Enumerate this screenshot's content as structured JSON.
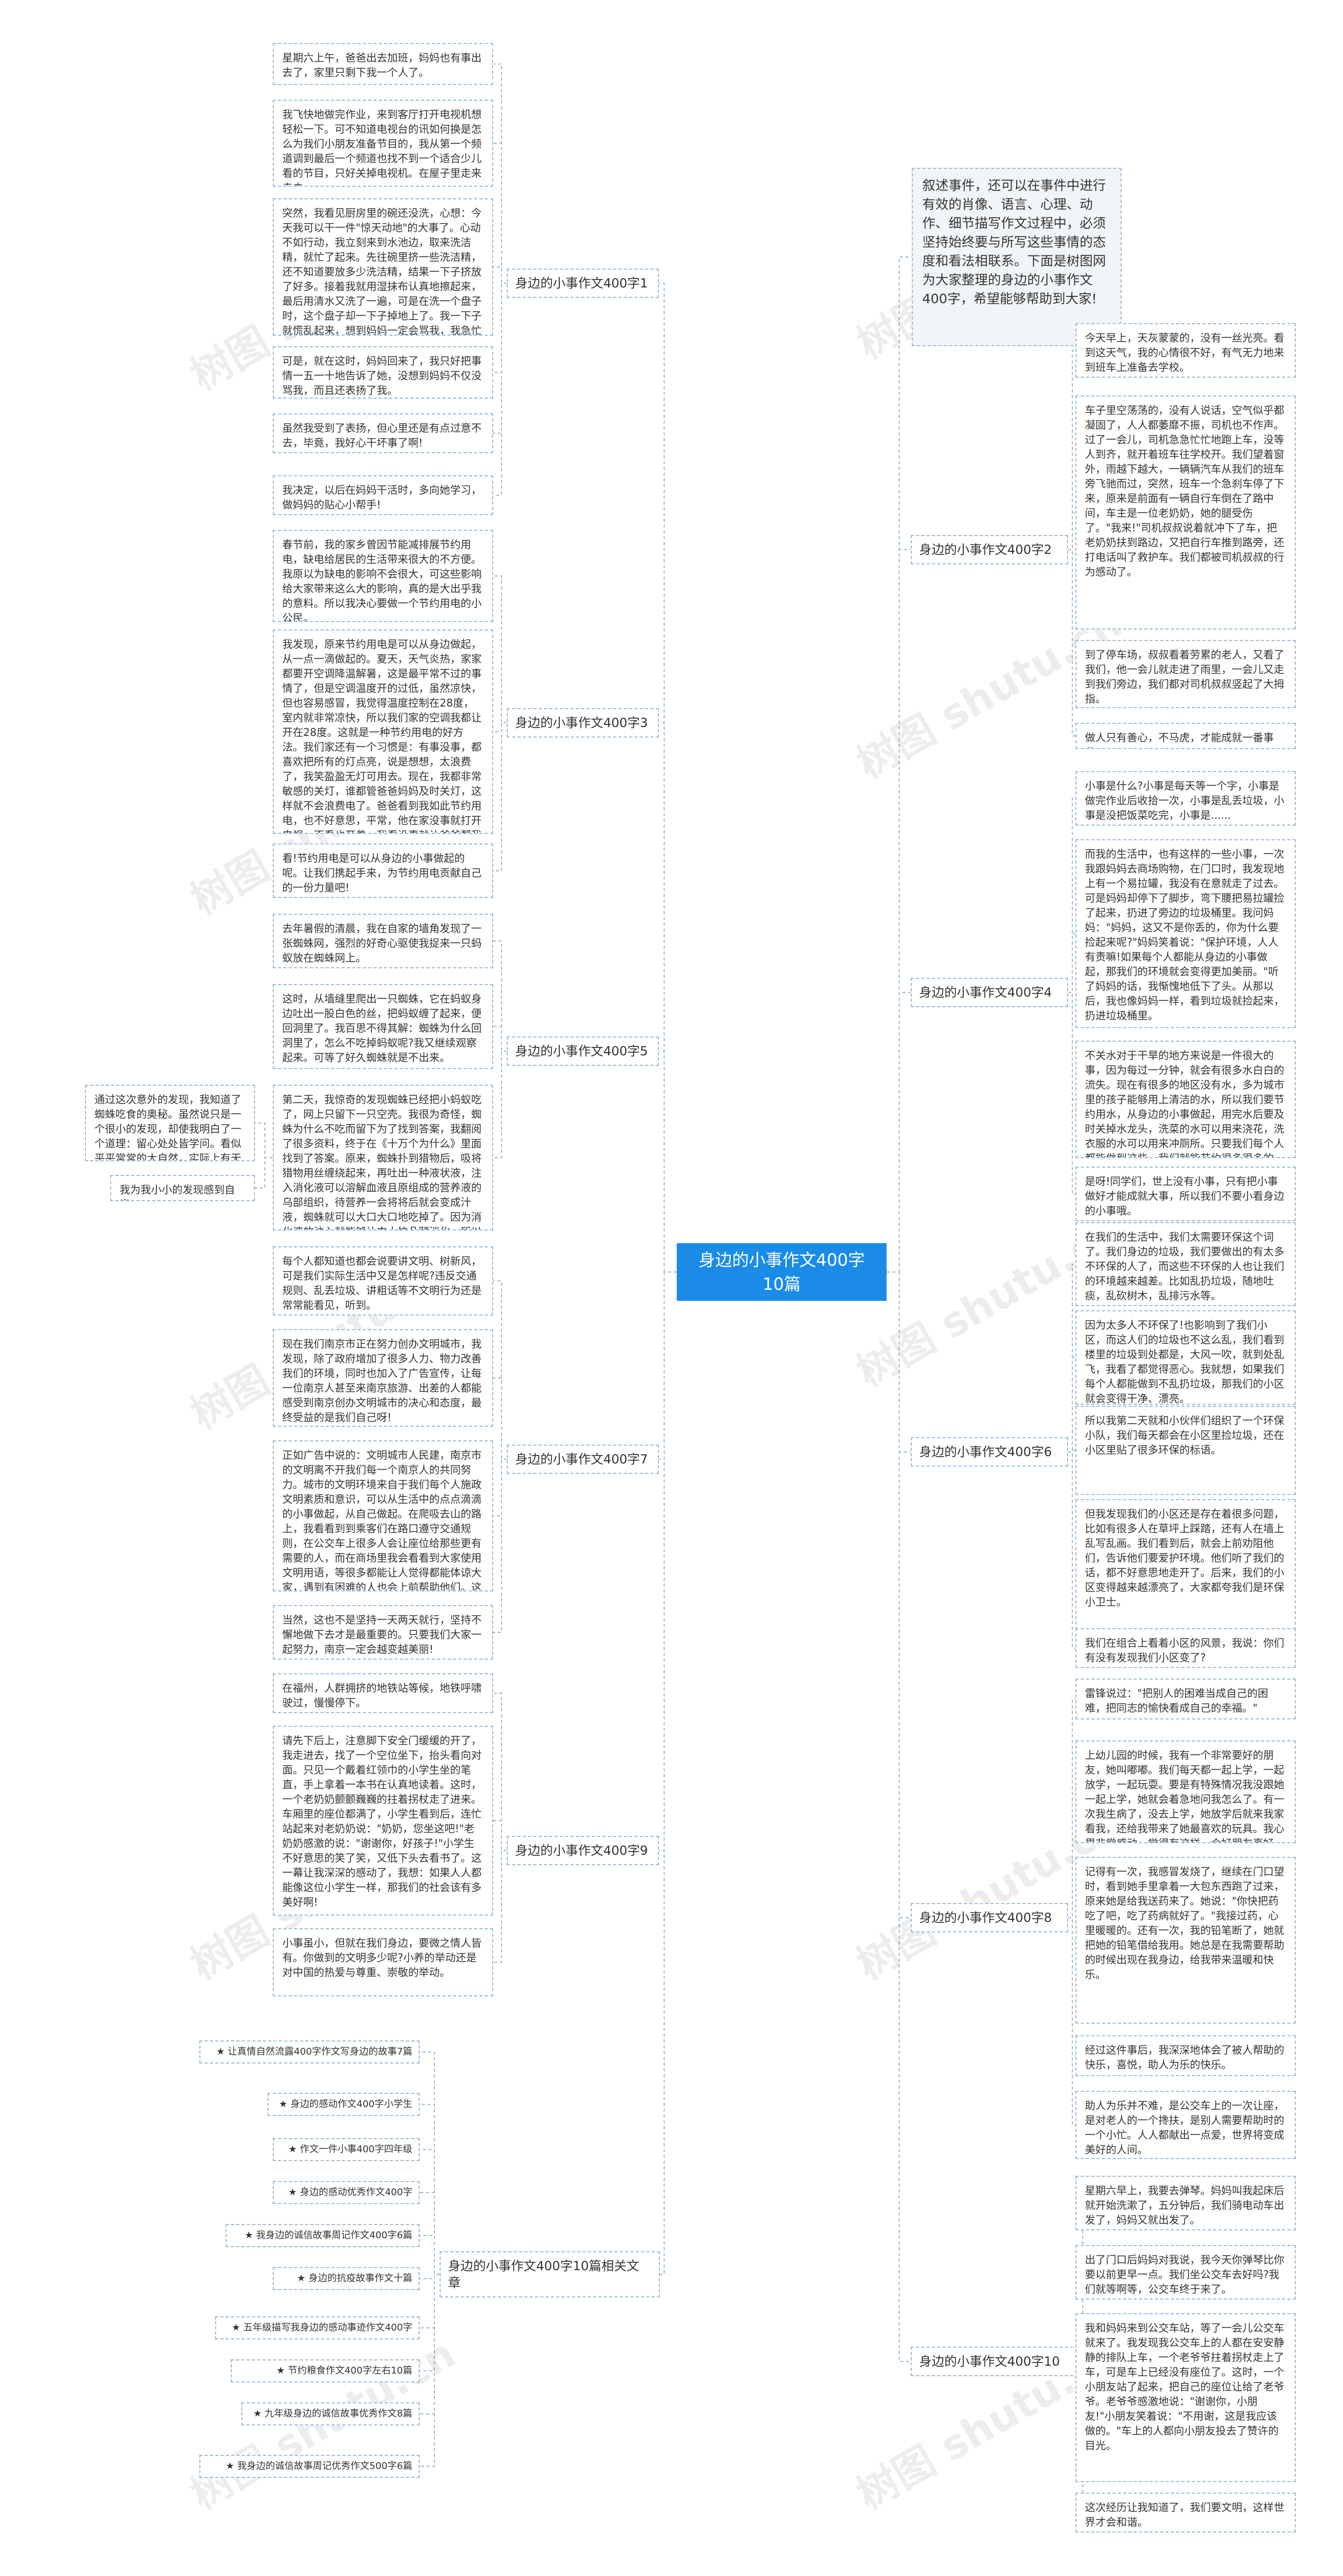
{
  "center_title": "身边的小事作文400字10篇",
  "intro": "叙述事件，还可以在事件中进行有效的肖像、语言、心理、动作、细节描写作文过程中，必须坚持始终要与所写这些事情的态度和看法相联系。下面是树图网为大家整理的身边的小事作文400字，希望能够帮助到大家!",
  "watermark": "树图 shutu.cn",
  "branches": {
    "b1": "身边的小事作文400字1",
    "b2": "身边的小事作文400字2",
    "b3": "身边的小事作文400字3",
    "b4": "身边的小事作文400字4",
    "b5": "身边的小事作文400字5",
    "b6": "身边的小事作文400字6",
    "b7": "身边的小事作文400字7",
    "b8": "身边的小事作文400字8",
    "b9": "身边的小事作文400字9",
    "b10": "身边的小事作文400字10",
    "b11": "身边的小事作文400字10篇相关文章"
  },
  "leaves": {
    "l1_1": "星期六上午，爸爸出去加班，妈妈也有事出去了，家里只剩下我一个人了。",
    "l1_2": "我飞快地做完作业，来到客厅打开电视机想轻松一下。可不知道电视台的讯如何换是怎么为我们小朋友准备节目的，我从第一个频道调到最后一个频道也找不到一个适合少儿看的节目，只好关掉电视机。在屋子里走来走去。",
    "l1_3": "突然，我看见厨房里的碗还没洗，心想：今天我可以干一件\"惊天动地\"的大事了。心动不如行动，我立刻来到水池边，取来洗洁精，就忙了起来。先往碗里挤一些洗洁精，还不知道要放多少洗洁精，结果一下子挤放了好多。接着我就用湿抹布认真地擦起来，最后用清水又洗了一遍，可是在洗一个盘子时，这个盘子却一下子掉地上了。我一下子就慌乱起来，想到妈妈一定会骂我，我急忙拿扫帚清理\"残渣\"。",
    "l1_4": "可是，就在这时，妈妈回来了，我只好把事情一五一十地告诉了她，没想到妈妈不仅没骂我，而且还表扬了我。",
    "l1_5": "虽然我受到了表扬，但心里还是有点过意不去，毕竟，我好心干坏事了啊!",
    "l1_6": "我决定，以后在妈妈干活时，多向她学习，做妈妈的贴心小帮手!",
    "l3_1": "春节前，我的家乡曾因节能减排展节约用电，缺电给居民的生活带来很大的不方便。我原以为缺电的影响不会很大，可这些影响给大家带来这么大的影响，真的是大出乎我的意料。所以我决心要做一个节约用电的小公民。",
    "l3_2": "我发现，原来节约用电是可以从身边做起，从一点一滴做起的。夏天，天气炎热，家家都要开空调降温解暑，这是最平常不过的事情了，但是空调温度开的过低，虽然凉快，但也容易感冒，我觉得温度控制在28度，室内就非常凉快，所以我们家的空调我都让开在28度。这就是一种节约用电的好方法。我们家还有一个习惯是：有事没事，都喜欢把所有的灯点亮，说是想想，太浪费了，我笑盈盈无灯可用去。现在，我都非常敏感的关灯，谁都管爸爸妈妈及时关灯，这样就不会浪费电了。爸爸看到我如此节约用电，也不好意思，平常，他在家没事就打开电视，不看也开着，我看没事就让爸爸帮我出去玩，不仅省电还开心了。",
    "l3_3": "看!节约用电是可以从身边的小事做起的呢。让我们携起手来，为节约用电贡献自己的一份力量吧!",
    "l5_1": "去年暑假的清晨，我在自家的墙角发现了一张蜘蛛网，强烈的好奇心驱使我捉来一只蚂蚁放在蜘蛛网上。",
    "l5_2": "这时，从墙缝里爬出一只蜘蛛，它在蚂蚁身边吐出一股白色的丝，把蚂蚁缠了起来，便回洞里了。我百思不得其解：蜘蛛为什么回洞里了，怎么不吃掉蚂蚁呢?我又继续观察起来。可等了好久蜘蛛就是不出来。",
    "l5_3": "第二天，我惊奇的发现蜘蛛已经把小蚂蚁吃了，网上只留下一只空壳。我很为奇怪，蜘蛛为什么不吃而留下为了找到答案，我翻阅了很多资料，终于在《十万个为什么》里面找到了答案。原来，蜘蛛扑到猎物后，吸将猎物用丝缠绕起来，再吐出一种液状液，注入消化液可以溶解血液且原组成的营养液的乌部组织，待营养一会将将后就会变成汁液，蜘蛛就可以大口大口地吃掉了。因为消化液的注入就能够让中大快朵颐消化，所以蚂蚁的外壳都完整的留在了网上。",
    "l5_side1": "通过这次意外的发现，我知道了蜘蛛吃食的奥秘。虽然说只是一个很小的发现，却使我明白了一个道理：留心处处皆学问。看似平平常常的大自然，实际上有无穷的奥秘在等待着我们去探索、去发现。",
    "l5_side2": "我为我小小的发现感到自豪。",
    "l7_1": "每个人都知道也都会说要讲文明、树新风，可是我们实际生活中又是怎样呢?违反交通规则、乱丢垃圾、讲粗话等不文明行为还是常常能看见，听到。",
    "l7_2": "现在我们南京市正在努力创办文明城市，我发现，除了政府增加了很多人力、物力改善我们的环境，同时也加入了广告宣传，让每一位南京人甚至来南京旅游、出差的人都能感受到南京创办文明城市的决心和态度，最终受益的是我们自己呀!",
    "l7_3": "正如广告中说的：文明城市人民建，南京市的文明离不开我们每一个南京人的共同努力。城市的文明环境来自于我们每个人施政文明素质和意识，可以从生活中的点点滴滴的小事做起，从自己做起。在爬吸去山的路上，我看看到到乘客们在路口遵守交通规则，在公交车上很多人会让座位给那些更有需要的人，而在商场里我会看看到大家使用文明用语，等很多都能让人觉得都能体谅大家，遇到有困难的人也会上前帮助他们。这一切都证明文明之风已吹拂在南京城的大街小巷。",
    "l7_4": "当然，这也不是坚持一天两天就行，坚持不懈地做下去才是最重要的。只要我们大家一起努力，南京一定会越变越美丽!",
    "l9_1": "在福州，人群拥挤的地铁站等候，地铁呼啸驶过，慢慢停下。",
    "l9_2": "请先下后上，注意脚下安全门缓缓的开了，我走进去，找了一个空位坐下，抬头看向对面。只见一个戴着红领巾的小学生坐的笔直，手上拿着一本书在认真地读着。这时，一个老奶奶颤颤巍巍的拄着拐杖走了进来。车厢里的座位都满了，小学生看到后，连忙站起来对老奶奶说：\"奶奶，您坐这吧!\"老奶奶感激的说：\"谢谢你，好孩子!\"小学生不好意思的笑了笑，又低下头去看书了。这一幕让我深深的感动了，我想：如果人人都能像这位小学生一样，那我们的社会该有多美好啊!",
    "l9_3": "小事虽小，但就在我们身边，要微之情人皆有。你做到的文明多少呢?小养的举动还是对中国的热爱与尊重、崇敬的举动。",
    "l2_1": "今天早上，天灰蒙蒙的，没有一丝光亮。看到这天气，我的心情很不好，有气无力地来到班车上准备去学校。",
    "l2_2": "车子里空荡荡的，没有人说话，空气似乎都凝固了，人人都萎靡不振，司机也不作声。过了一会儿，司机急急忙忙地跑上车，没等人到齐，就开着班车往学校开。我们望着窗外，雨越下越大，一辆辆汽车从我们的班车旁飞驰而过，突然，班车一个急刹车停了下来，原来是前面有一辆自行车倒在了路中间，车主是一位老奶奶，她的腿受伤了。\"我来!\"司机叔叔说着就冲下了车，把老奶奶扶到路边，又把自行车推到路旁，还打电话叫了救护车。我们都被司机叔叔的行为感动了。",
    "l2_3": "到了停车场，叔叔看着劳累的老人，又看了我们，他一会儿就走进了雨里，一会儿又走到我们旁边，我们都对司机叔叔竖起了大拇指。",
    "l2_4": "做人只有善心，不马虎，才能成就一番事业。",
    "l4_1": "小事是什么?小事是每天等一个字，小事是做完作业后收拾一次，小事是乱丢垃圾，小事是没把饭菜吃完，小事是......",
    "l4_2": "而我的生活中，也有这样的一些小事，一次我跟妈妈去商场购物，在门口时，我发现地上有一个易拉罐，我没有在意就走了过去。可是妈妈却停下了脚步，弯下腰把易拉罐捡了起来，扔进了旁边的垃圾桶里。我问妈妈：\"妈妈，这又不是你丢的，你为什么要捡起来呢?\"妈妈笑着说：\"保护环境，人人有责嘛!如果每个人都能从身边的小事做起，那我们的环境就会变得更加美丽。\"听了妈妈的话，我惭愧地低下了头。从那以后，我也像妈妈一样，看到垃圾就捡起来，扔进垃圾桶里。",
    "l4_3": "不关水对于干旱的地方来说是一件很大的事，因为每过一分钟，就会有很多水白白的流失。现在有很多的地区没有水，多为城市里的孩子能够用上清洁的水，所以我们要节约用水，从身边的小事做起，用完水后要及时关掉水龙头，洗菜的水可以用来浇花，洗衣服的水可以用来冲厕所。只要我们每个人都能做到这些，我们就能节约很多很多的水。",
    "l4_4": "是呀!同学们，世上没有小事，只有把小事做好才能成就大事，所以我们不要小看身边的小事哦。",
    "l6_1": "在我们的生活中，我们太需要环保这个词了。我们身边的垃圾，我们要做出的有太多不环保的人了，而这些不环保的人也让我们的环境越来越差。比如乱扔垃圾，随地吐痰，乱砍树木，乱排污水等。",
    "l6_2": "因为太多人不环保了!也影响到了我们小区，而这人们的垃圾也不这么乱，我们看到楼里的垃圾到处都是，大风一吹，就到处乱飞，我看了都觉得恶心。我就想，如果我们每个人都能做到不乱扔垃圾，那我们的小区就会变得干净、漂亮。",
    "l6_3": "所以我第二天就和小伙伴们组织了一个环保小队，我们每天都会在小区里捡垃圾，还在小区里贴了很多环保的标语。",
    "l6_4": "但我发现我们的小区还是存在着很多问题，比如有很多人在草坪上踩踏，还有人在墙上乱写乱画。我们看到后，就会上前劝阻他们，告诉他们要爱护环境。他们听了我们的话，都不好意思地走开了。后来，我们的小区变得越来越漂亮了，大家都夸我们是环保小卫士。",
    "l6_5": "我们在组合上看着小区的风景，我说：你们有没有发现我们小区变了?",
    "l8_1": "雷锋说过：\"把别人的困难当成自己的困难，把同志的愉快看成自己的幸福。\"",
    "l8_2": "上幼儿园的时候，我有一个非常要好的朋友，她叫嘟嘟。我们每天都一起上学，一起放学，一起玩耍。要是有特殊情况我没跟她一起上学，她就会着急地问我怎么了。有一次我生病了，没去上学，她放学后就来我家看我，还给我带来了她最喜欢的玩具。我心里非常感动，觉得有这样一个好朋友真好。",
    "l8_3": "记得有一次，我感冒发烧了，继续在门口望时，看到她手里拿着一大包东西跑了过来，原来她是给我送药来了。她说：\"你快把药吃了吧，吃了药病就好了。\"我接过药，心里暖暖的。还有一次，我的铅笔断了，她就把她的铅笔借给我用。她总是在我需要帮助的时候出现在我身边，给我带来温暖和快乐。",
    "l8_4": "经过这件事后，我深深地体会了被人帮助的快乐，喜悦，助人为乐的快乐。",
    "l8_5": "助人为乐并不难，是公交车上的一次让座，是对老人的一个搀扶，是别人需要帮助时的一个小忙。人人都献出一点爱，世界将变成美好的人间。",
    "l10_1": "星期六早上，我要去弹琴。妈妈叫我起床后就开始洗漱了，五分钟后，我们骑电动车出发了，妈妈又就出发了。",
    "l10_2": "出了门口后妈妈对我说，我今天你弹琴比你要以前更早一点。我们坐公交车去好吗?我们就等啊等，公交车终于来了。",
    "l10_3": "我和妈妈来到公交车站，等了一会儿公交车就来了。我发现我公交车上的人都在安安静静的排队上车，一个老爷爷拄着拐杖走上了车，可是车上已经没有座位了。这时，一个小朋友站了起来，把自己的座位让给了老爷爷。老爷爷感激地说：\"谢谢你，小朋友!\"小朋友笑着说：\"不用谢，这是我应该做的。\"车上的人都向小朋友投去了赞许的目光。",
    "l10_4": "这次经历让我知道了，我们要文明，这样世界才会和谐。"
  },
  "related": [
    "★ 让真情自然流露400字作文写身边的故事7篇",
    "★ 身边的感动作文400字小学生",
    "★ 作文一件小事400字四年级",
    "★ 身边的感动优秀作文400字",
    "★ 我身边的诚信故事周记作文400字6篇",
    "★ 身边的抗疫故事作文十篇",
    "★ 五年级描写我身边的感动事迹作文400字",
    "★ 节约粮食作文400字左右10篇",
    "★ 九年级身边的诚信故事优秀作文8篇",
    "★ 我身边的诚信故事周记优秀作文500字6篇"
  ]
}
